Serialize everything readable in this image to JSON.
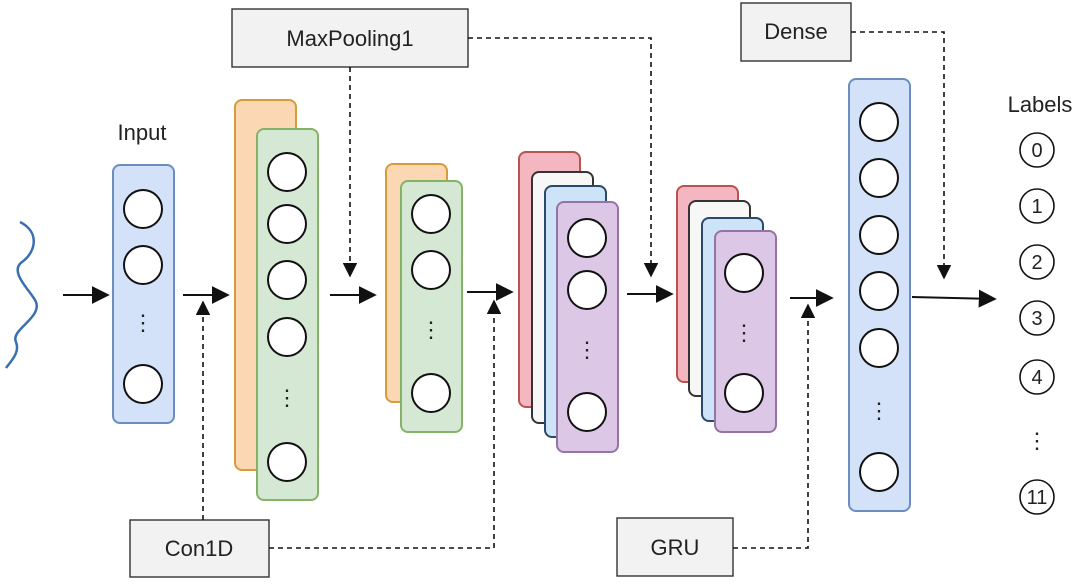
{
  "colors": {
    "input_fill": "#d3e2f8",
    "input_stroke": "#6c8ebf",
    "orange_fill": "#fbd7b4",
    "orange_stroke": "#d79b3a",
    "green_fill": "#d5e8d4",
    "green_stroke": "#82b366",
    "pink_fill": "#f4b6c0",
    "pink_stroke": "#b85450",
    "white_fill": "#f7f7f7",
    "white_stroke": "#333333",
    "blue_fill": "#cde3f7",
    "blue_stroke": "#2b4a6b",
    "purple_fill": "#dcc8e6",
    "purple_stroke": "#9673a6",
    "dense_fill": "#d3e2f8",
    "dense_stroke": "#6c8ebf"
  },
  "labels": {
    "input": "Input",
    "maxpooling": "MaxPooling1",
    "dense": "Dense",
    "conv": "Con1D",
    "gru": "GRU",
    "labels_title": "Labels"
  },
  "output_labels": [
    "0",
    "1",
    "2",
    "3",
    "4",
    "11"
  ],
  "ellipsis": "⋮"
}
